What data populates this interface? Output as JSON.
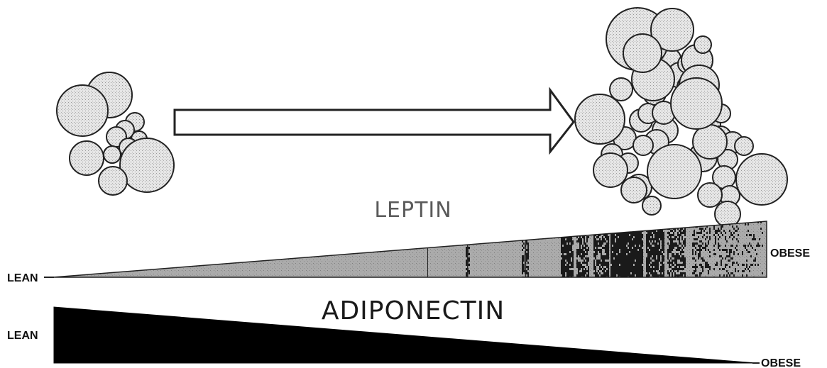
{
  "labels": {
    "leptin": "LEPTIN",
    "adiponectin": "ADIPONECTIN",
    "lean_top": "LEAN",
    "obese_top": "OBESE",
    "lean_bottom": "LEAN",
    "obese_bottom": "OBESE"
  },
  "colors": {
    "cell_fill": "#e3e3e3",
    "cell_stroke": "#222222",
    "leptin_wedge": "#a9a9a9",
    "adiponectin_wedge": "#000000",
    "arrow_fill": "#ffffff",
    "arrow_stroke": "#222222"
  },
  "icons": {
    "lean_cluster": "lean-adipocyte-cluster-icon",
    "obese_cluster": "obese-adipocyte-cluster-icon",
    "progression_arrow": "right-arrow-icon"
  }
}
